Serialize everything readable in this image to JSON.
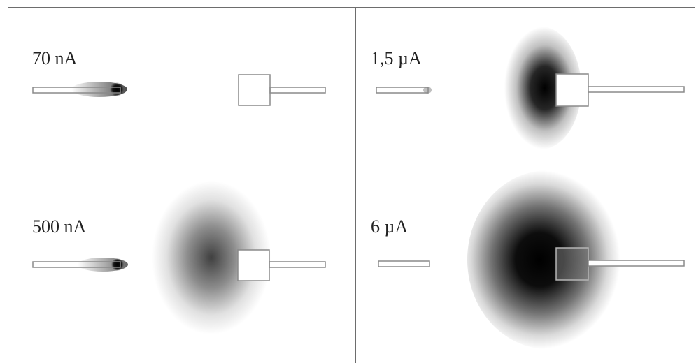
{
  "panels": [
    {
      "label": "70 nA"
    },
    {
      "label": "1,5 µA"
    },
    {
      "label": "500 nA"
    },
    {
      "label": "6 µA"
    }
  ],
  "colors": {
    "background": "#ffffff",
    "outline": "#8a8a8a",
    "plasma": "#000000",
    "divider": "#6d6d6d"
  }
}
